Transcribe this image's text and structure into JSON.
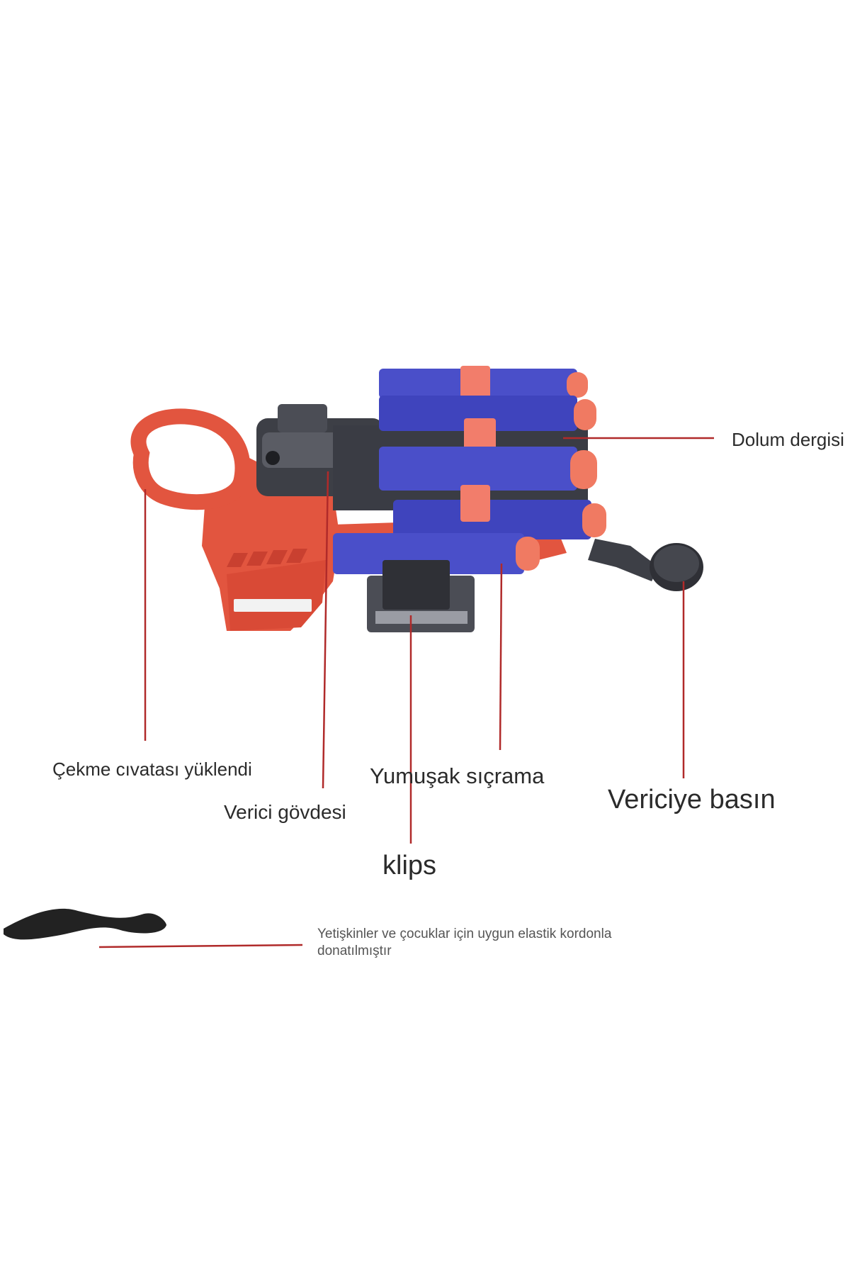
{
  "labels": {
    "dolum": "Dolum dergisi",
    "cekme": "Çekme cıvatası yüklendi",
    "verici": "Verici gövdesi",
    "yumusak": "Yumuşak sıçrama",
    "basin": "Vericiye basın",
    "klips": "klips",
    "elastic": "Yetişkinler ve çocuklar için uygun elastik kordonla donatılmıştır"
  },
  "colors": {
    "leader_line": "#b02a2a",
    "body_red": "#e2553f",
    "dart_blue": "#4a4fc9",
    "dart_tip": "#f07a62",
    "dart_band": "#f27d6b",
    "metal_dark": "#3d3f46",
    "strap_black": "#222222",
    "text": "#2b2b2b"
  }
}
